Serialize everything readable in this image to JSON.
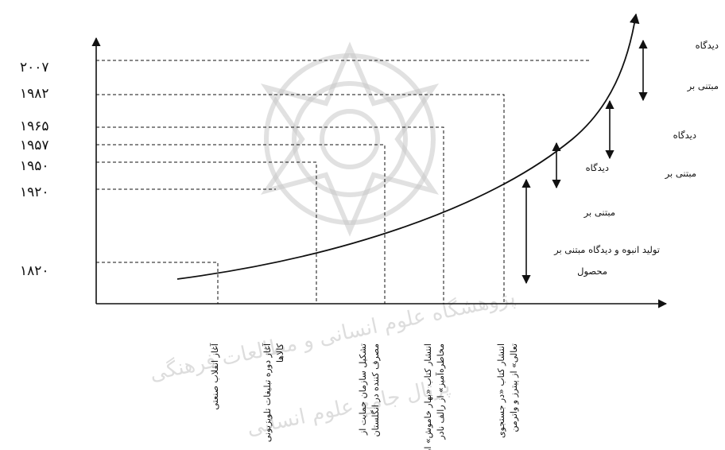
{
  "years": [
    "۲۰۰۷",
    "۱۹۸۲",
    "۱۹۶۵",
    "۱۹۵۷",
    "۱۹۵۰",
    "۱۹۲۰",
    "۱۸۲۰"
  ],
  "x_labels": [
    [
      "آغاز انقلاب صنعتی"
    ],
    [
      "آغاز دوره تبلیغات تلویزیونی",
      "کالاها"
    ],
    [
      "تشکیل سازمان حمایت از",
      "مصرف کننده در انگلستان"
    ],
    [
      "انتشار کتاب «بهار خاموش» از",
      "مخاطره‌آمیز» از رالف نادر"
    ],
    [
      "انتشار کتاب «در جستجوی",
      "تعالی» از پیترز و واترمن"
    ]
  ],
  "right_labels": {
    "top_line1": "دیدگاه",
    "top_line2": "مبتنی بر",
    "mid_line1": "دیدگاه",
    "mid_line2": "مبتنی بر",
    "low_line1": "دیدگاه",
    "low_line2": "مبتنی بر",
    "base_line1": "تولید انبوه و دیدگاه مبتنی بر",
    "base_line2": "محصول"
  },
  "watermark": {
    "line1": "پژوهشگاه علوم انسانی و مطالعات فرهنگی",
    "line2": "پرتال جامع علوم انسانی"
  }
}
